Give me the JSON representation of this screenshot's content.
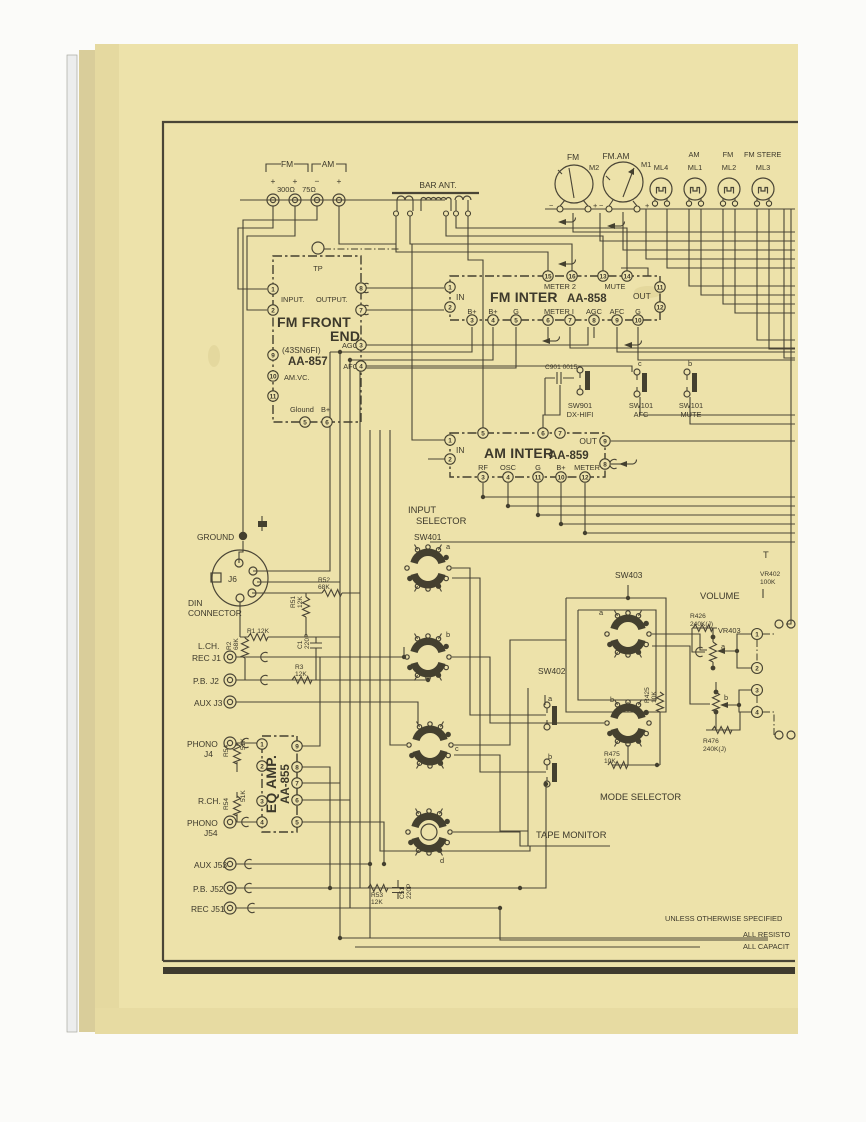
{
  "schematic": {
    "antenna": {
      "fm": "FM",
      "am": "AM",
      "t1": "+",
      "t2": "+",
      "t3": "−",
      "t4": "+",
      "z300": "300Ω",
      "z75": "75Ω",
      "bar": "BAR ANT."
    },
    "meters": {
      "m2_band": "FM",
      "m2": "M2",
      "m2_minus": "−",
      "m2_plus": "+",
      "m1_band": "FM.AM",
      "m1": "M1",
      "m1_minus": "−",
      "m1_plus": "+",
      "ml4": "ML4",
      "ml1": "ML1",
      "ml1_band": "AM",
      "ml2": "ML2",
      "ml2_band": "FM",
      "ml3": "ML3",
      "ml3_band": "FM STERE"
    },
    "fm_front": {
      "tp": "TP",
      "input": "INPUT.",
      "output": "OUTPUT.",
      "title1": "FM FRONT",
      "title2": "END",
      "tube": "(43SN6FI)",
      "model": "AA-857",
      "amvc": "AM.VC.",
      "agc": "AGC",
      "afc": "AFC",
      "gnd": "Glound",
      "bplus": "B+",
      "p1": "1",
      "p2": "2",
      "p3": "3",
      "p4": "4",
      "p5": "5",
      "p6": "6",
      "p7": "7",
      "p8": "8",
      "p9": "9",
      "p10": "10",
      "p11": "11"
    },
    "fm_inter": {
      "title": "FM INTER",
      "model": "AA-858",
      "in": "IN",
      "out": "OUT",
      "meter2": "METER 2",
      "mute": "MUTE",
      "bp1": "B+",
      "bp2": "B+",
      "g1": "G",
      "meter1": "METER I",
      "agc": "AGC",
      "afc": "AFC",
      "g2": "G",
      "p1": "1",
      "p2": "2",
      "p3": "3",
      "p4": "4",
      "p5": "5",
      "p6": "6",
      "p7": "7",
      "p8": "8",
      "p9": "9",
      "p10": "10",
      "p11": "11",
      "p12": "12",
      "p13": "13",
      "p14": "14",
      "p15": "15",
      "p16": "16"
    },
    "tweaks": {
      "c901": "C901 0015",
      "sw901": "SW901",
      "sw901_mode": "DX-HIFI",
      "c_label": "c",
      "b_label": "b",
      "sw101a": "SW101",
      "sw101a_mode": "AFC",
      "sw101b": "SW101",
      "sw101b_mode": "MUTE"
    },
    "am_inter": {
      "title": "AM INTER",
      "model": "AA-859",
      "in": "IN",
      "out": "OUT",
      "rf": "RF",
      "osc": "OSC",
      "g": "G",
      "bplus": "B+",
      "meter": "METER",
      "p1": "1",
      "p2": "2",
      "p3": "3",
      "p4": "4",
      "p5": "5",
      "p6": "6",
      "p7": "7",
      "p8": "8",
      "p9": "9",
      "p10": "10",
      "p11": "11",
      "p12": "12"
    },
    "ground_label": "GROUND",
    "din": {
      "j6": "J6",
      "line1": "DIN",
      "line2": "CONNECTOR"
    },
    "parts": {
      "r52": "R52",
      "r52_v": "68K",
      "r51": "R51",
      "r51_v": "12K",
      "r1": "R1 12K",
      "r2": "R2",
      "r2_v": "68K",
      "c1": "C1",
      "c1_v": "220P",
      "r3": "R3",
      "r3_v": "12K",
      "r54a": "R54",
      "r54a_v": "51K",
      "r54b": "R54",
      "r54b_v": "51K",
      "r53": "R53",
      "r53_v": "12K",
      "c51": "C51",
      "c51_v": "220P",
      "r425": "R425",
      "r425_v": "10K",
      "r475": "R475",
      "r475_v": "10K",
      "r426": "R426",
      "r426_v": "240K(J)",
      "r476": "R476",
      "r476_v": "240K(J)",
      "vr402": "VR402",
      "vr402_v": "100K",
      "vr403": "VR403"
    },
    "jacks": {
      "lch": "L.CH.",
      "rch": "R.CH.",
      "rec1": "REC J1",
      "pb2": "P.B. J2",
      "aux3": "AUX J3",
      "phono4": "PHONO",
      "j4": "J4",
      "phono54": "PHONO",
      "j54": "J54",
      "aux53": "AUX J53",
      "pb52": "P.B. J52",
      "rec51": "REC J51"
    },
    "eq": {
      "title": "EQ AMP.",
      "model": "AA-855",
      "p1": "1",
      "p2": "2",
      "p3": "3",
      "p4": "4",
      "p5": "5",
      "p6": "6",
      "p7": "7",
      "p8": "8",
      "p9": "9"
    },
    "selector": {
      "line1": "INPUT",
      "line2": "SELECTOR",
      "sw": "SW401",
      "a": "a",
      "b": "b",
      "c": "c",
      "d": "d"
    },
    "mode": {
      "sw403": "SW403",
      "a": "a",
      "b": "b",
      "sw402": "SW402",
      "sa": "a",
      "sb": "b",
      "label": "MODE SELECTOR",
      "tape": "TAPE MONITOR"
    },
    "volume": {
      "label": "VOLUME",
      "a": "a",
      "b": "b",
      "p1": "1",
      "p2": "2",
      "p3": "3",
      "p4": "4",
      "t_cut": "T"
    },
    "notes": {
      "l1": "UNLESS OTHERWISE SPECIFIED",
      "l2": "ALL RESISTO",
      "l3": "ALL CAPACIT"
    }
  }
}
